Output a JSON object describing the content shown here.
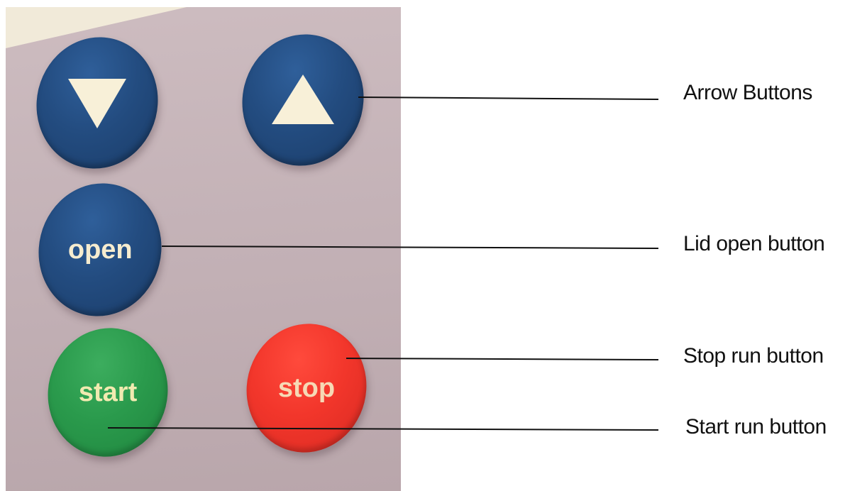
{
  "buttons": {
    "down_icon": "down-triangle",
    "up_icon": "up-triangle",
    "open_label": "open",
    "start_label": "start",
    "stop_label": "stop"
  },
  "callouts": {
    "arrow_buttons": "Arrow Buttons",
    "lid_open_button": "Lid open button",
    "stop_run_button": "Stop run button",
    "start_run_button": "Start run button"
  },
  "colors": {
    "blue_button": "#234c80",
    "green_button": "#2a9a4c",
    "red_button": "#f2362b",
    "panel": "#c2b0b5"
  }
}
